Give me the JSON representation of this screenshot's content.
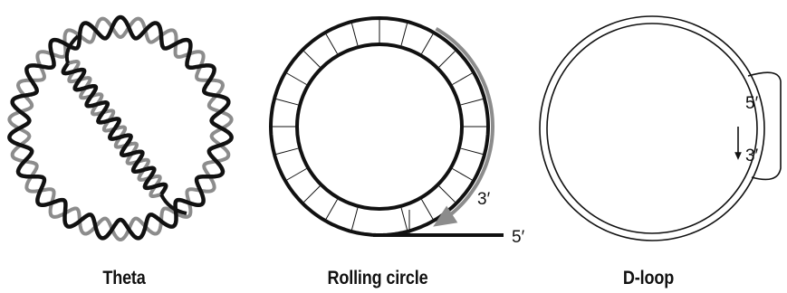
{
  "diagrams": [
    {
      "caption": "Theta"
    },
    {
      "caption": "Rolling circle",
      "labels": {
        "three_prime": "3′",
        "five_prime": "5′"
      }
    },
    {
      "caption": "D-loop",
      "labels": {
        "five_prime": "5′",
        "three_prime": "3′"
      }
    }
  ],
  "colors": {
    "dark_strand": "#111111",
    "gray_strand": "#8c8c8c"
  }
}
